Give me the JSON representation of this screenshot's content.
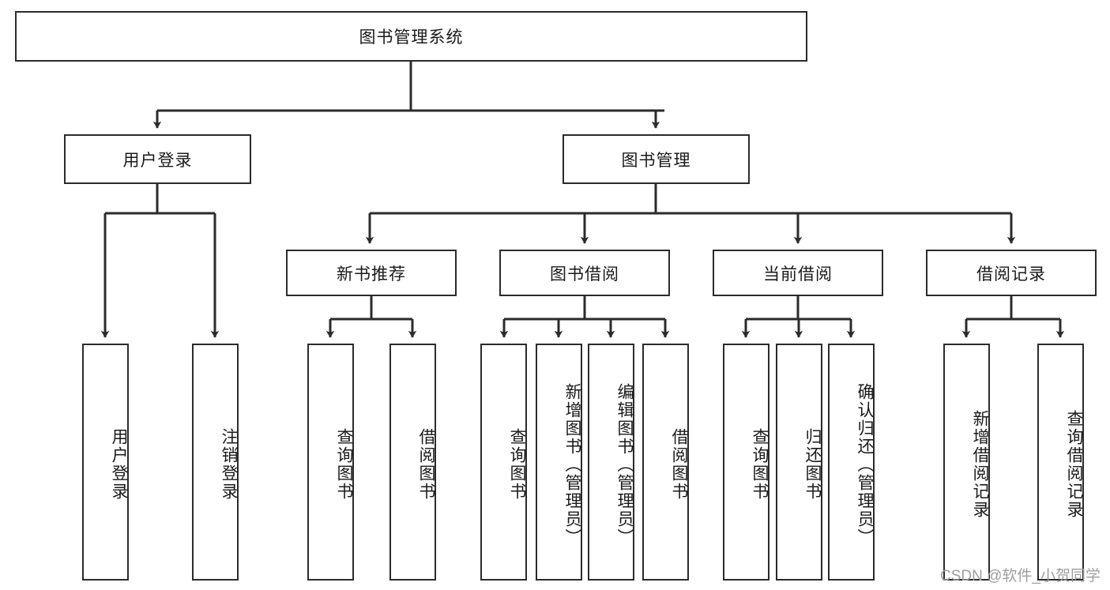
{
  "diagram": {
    "type": "tree-hierarchy",
    "title": "图书管理系统",
    "root": {
      "id": "root",
      "label": "图书管理系统"
    },
    "level2": [
      {
        "id": "user-login",
        "label": "用户登录"
      },
      {
        "id": "book-management",
        "label": "图书管理"
      }
    ],
    "level3": [
      {
        "id": "new-book-recommend",
        "label": "新书推荐",
        "parent": "book-management"
      },
      {
        "id": "book-borrow",
        "label": "图书借阅",
        "parent": "book-management"
      },
      {
        "id": "current-borrow",
        "label": "当前借阅",
        "parent": "book-management"
      },
      {
        "id": "borrow-record",
        "label": "借阅记录",
        "parent": "book-management"
      }
    ],
    "leaves": [
      {
        "id": "leaf-user-login",
        "label": "用户登录",
        "parent": "user-login"
      },
      {
        "id": "leaf-user-logout",
        "label": "注销登录",
        "parent": "user-login"
      },
      {
        "id": "leaf-query-book-1",
        "label": "查询图书",
        "parent": "new-book-recommend"
      },
      {
        "id": "leaf-borrow-book-1",
        "label": "借阅图书",
        "parent": "new-book-recommend"
      },
      {
        "id": "leaf-query-book-2",
        "label": "查询图书",
        "parent": "book-borrow"
      },
      {
        "id": "leaf-add-book",
        "label": "新增图书（管理员）",
        "parent": "book-borrow"
      },
      {
        "id": "leaf-edit-book",
        "label": "编辑图书（管理员）",
        "parent": "book-borrow"
      },
      {
        "id": "leaf-borrow-book-2",
        "label": "借阅图书",
        "parent": "book-borrow"
      },
      {
        "id": "leaf-query-book-3",
        "label": "查询图书",
        "parent": "current-borrow"
      },
      {
        "id": "leaf-return-book",
        "label": "归还图书",
        "parent": "current-borrow"
      },
      {
        "id": "leaf-confirm-return",
        "label": "确认归还（管理员）",
        "parent": "current-borrow"
      },
      {
        "id": "leaf-add-record",
        "label": "新增借阅记录",
        "parent": "borrow-record"
      },
      {
        "id": "leaf-query-record",
        "label": "查询借阅记录",
        "parent": "borrow-record"
      }
    ],
    "watermark": "CSDN @软件_小贺同学",
    "colors": {
      "box_border": "#2b2b2b",
      "box_fill": "#ffffff",
      "connector": "#2b2b2b",
      "text": "#1a1a1a",
      "watermark": "#9e9e9e",
      "background": "#ffffff"
    }
  }
}
